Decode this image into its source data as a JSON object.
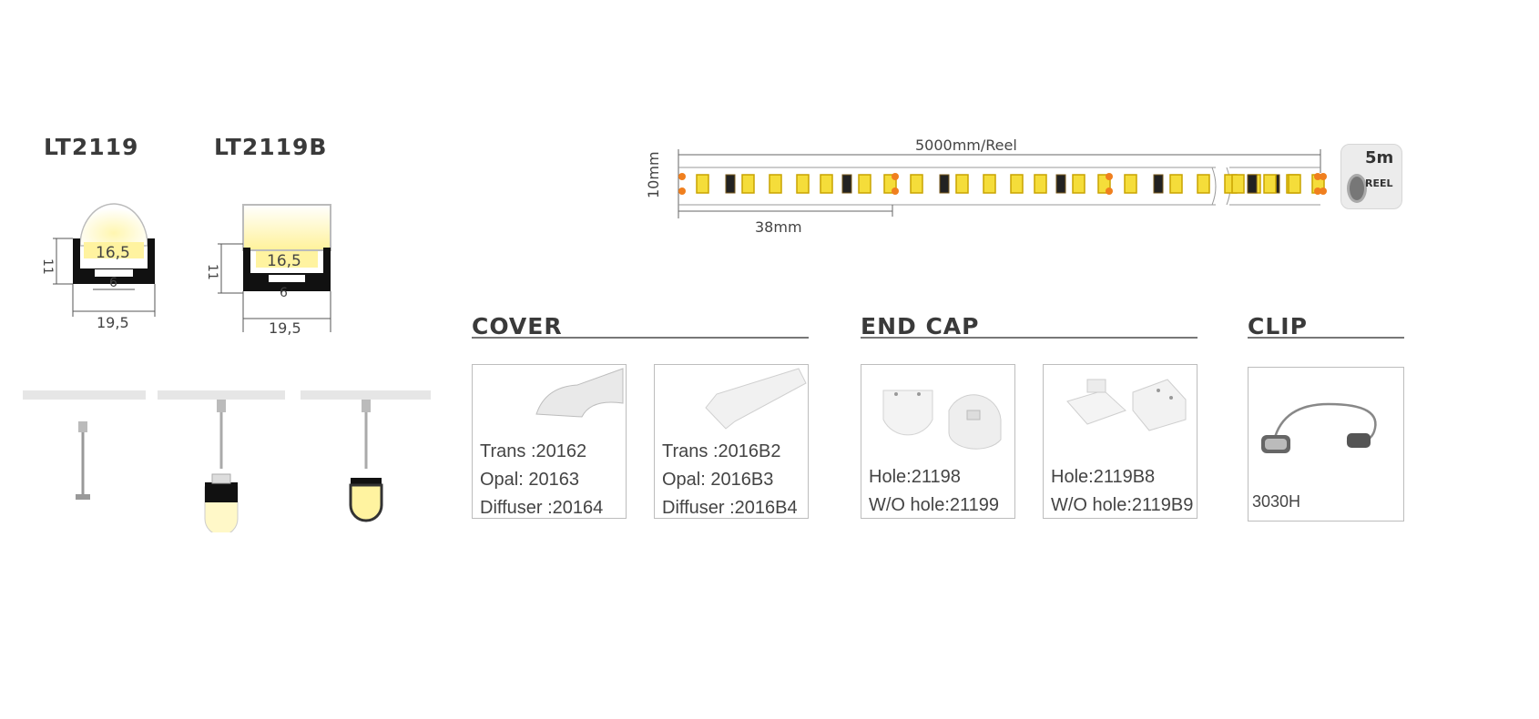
{
  "profiles": [
    {
      "model": "LT2119",
      "width_label": "16,5",
      "slot_label": "6",
      "outer_label": "19,5",
      "height_label": "11"
    },
    {
      "model": "LT2119B",
      "width_label": "16,5",
      "slot_label": "6",
      "outer_label": "19,5",
      "height_label": "11"
    }
  ],
  "strip": {
    "length_label": "5000mm/Reel",
    "width_label": "10mm",
    "cut_label": "38mm",
    "reel_badge": {
      "length": "5m",
      "label": "REEL"
    }
  },
  "sections": {
    "cover": {
      "title": "COVER",
      "items": [
        {
          "lines": [
            "Trans :20162",
            "Opal:  20163",
            "Diffuser :20164"
          ]
        },
        {
          "lines": [
            "Trans :2016B2",
            "Opal:  2016B3",
            "Diffuser :2016B4"
          ]
        }
      ]
    },
    "end_cap": {
      "title": "END CAP",
      "items": [
        {
          "lines": [
            "Hole:21198",
            "W/O hole:21199"
          ]
        },
        {
          "lines": [
            "Hole:2119B8",
            "W/O hole:2119B9"
          ]
        }
      ]
    },
    "clip": {
      "title": "CLIP",
      "items": [
        {
          "lines": [
            "3030H"
          ]
        }
      ]
    }
  },
  "colors": {
    "led": "#f5dd3a",
    "led_frame": "#c9a400",
    "solder": "#f07f1e",
    "accent_line": "#777777"
  }
}
